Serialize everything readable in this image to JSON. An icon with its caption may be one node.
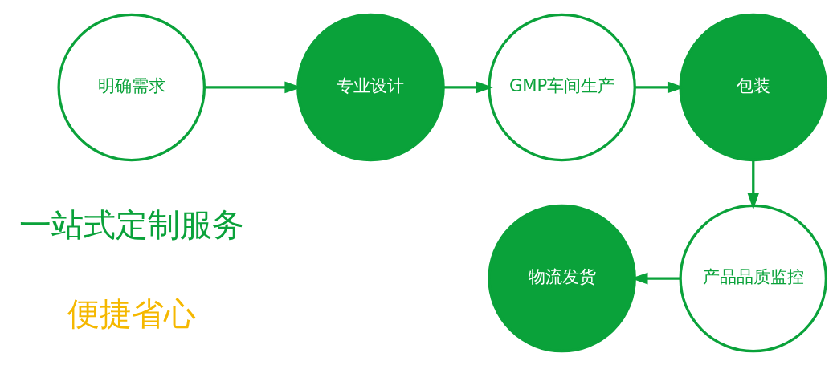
{
  "diagram": {
    "nodes": [
      {
        "text": [
          "明确需求"
        ]
      },
      {
        "text": [
          "专业设计"
        ]
      },
      {
        "text": [
          "GMP车间生产"
        ]
      },
      {
        "text": [
          "包装"
        ]
      },
      {
        "text": [
          "产品品质监控"
        ]
      },
      {
        "text": [
          "物流发货"
        ]
      }
    ],
    "edges": [
      {
        "from": 0,
        "to": 1,
        "arrow": "to"
      },
      {
        "from": 1,
        "to": 2,
        "arrow": "to"
      },
      {
        "from": 2,
        "to": 3,
        "arrow": "to"
      },
      {
        "from": 3,
        "to": 4,
        "arrow": "to"
      },
      {
        "from": 4,
        "to": 5,
        "arrow": "to"
      }
    ],
    "labels": [
      "一站式定制服务",
      "便捷省心"
    ]
  }
}
